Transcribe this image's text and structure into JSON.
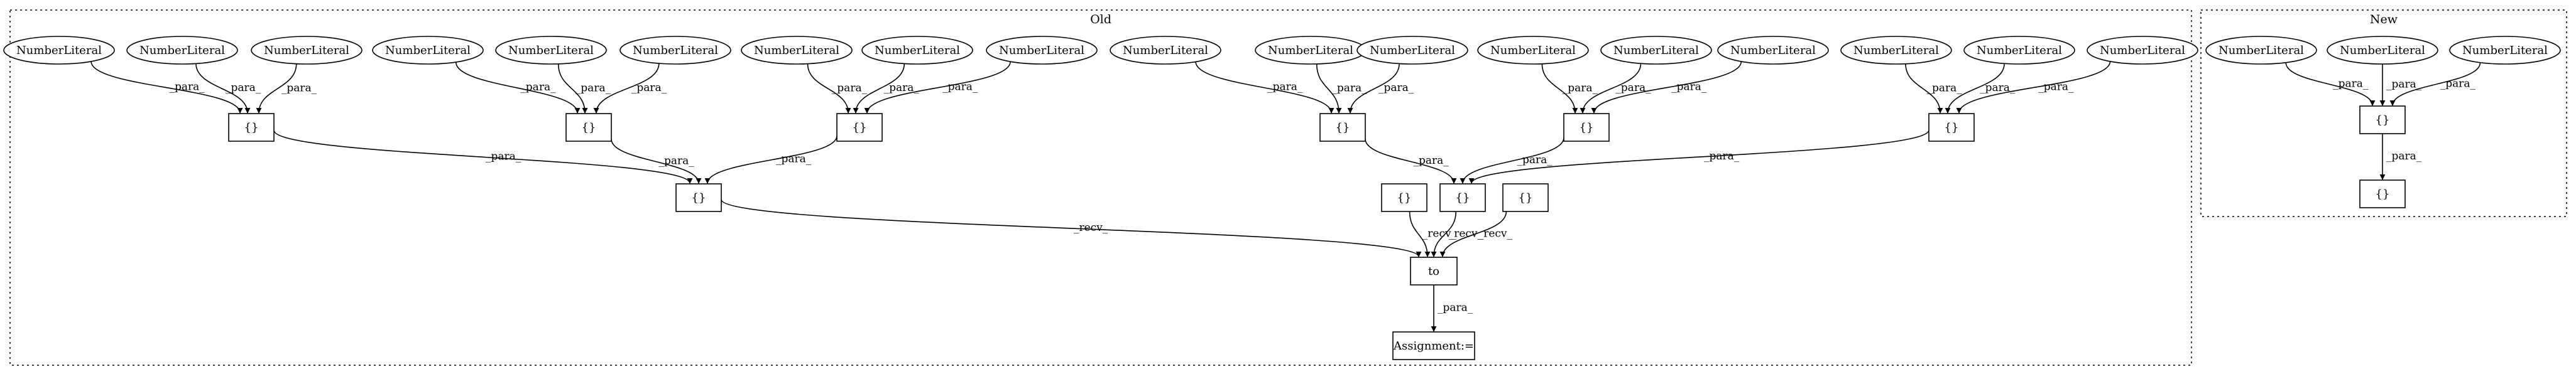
{
  "clusters": {
    "old": {
      "title": "Old"
    },
    "new": {
      "title": "New"
    }
  },
  "labels": {
    "number_literal": "NumberLiteral",
    "braces": "{}",
    "to": "to",
    "assignment": "Assignment:=",
    "para": "_para_",
    "recv": "_recv_"
  }
}
